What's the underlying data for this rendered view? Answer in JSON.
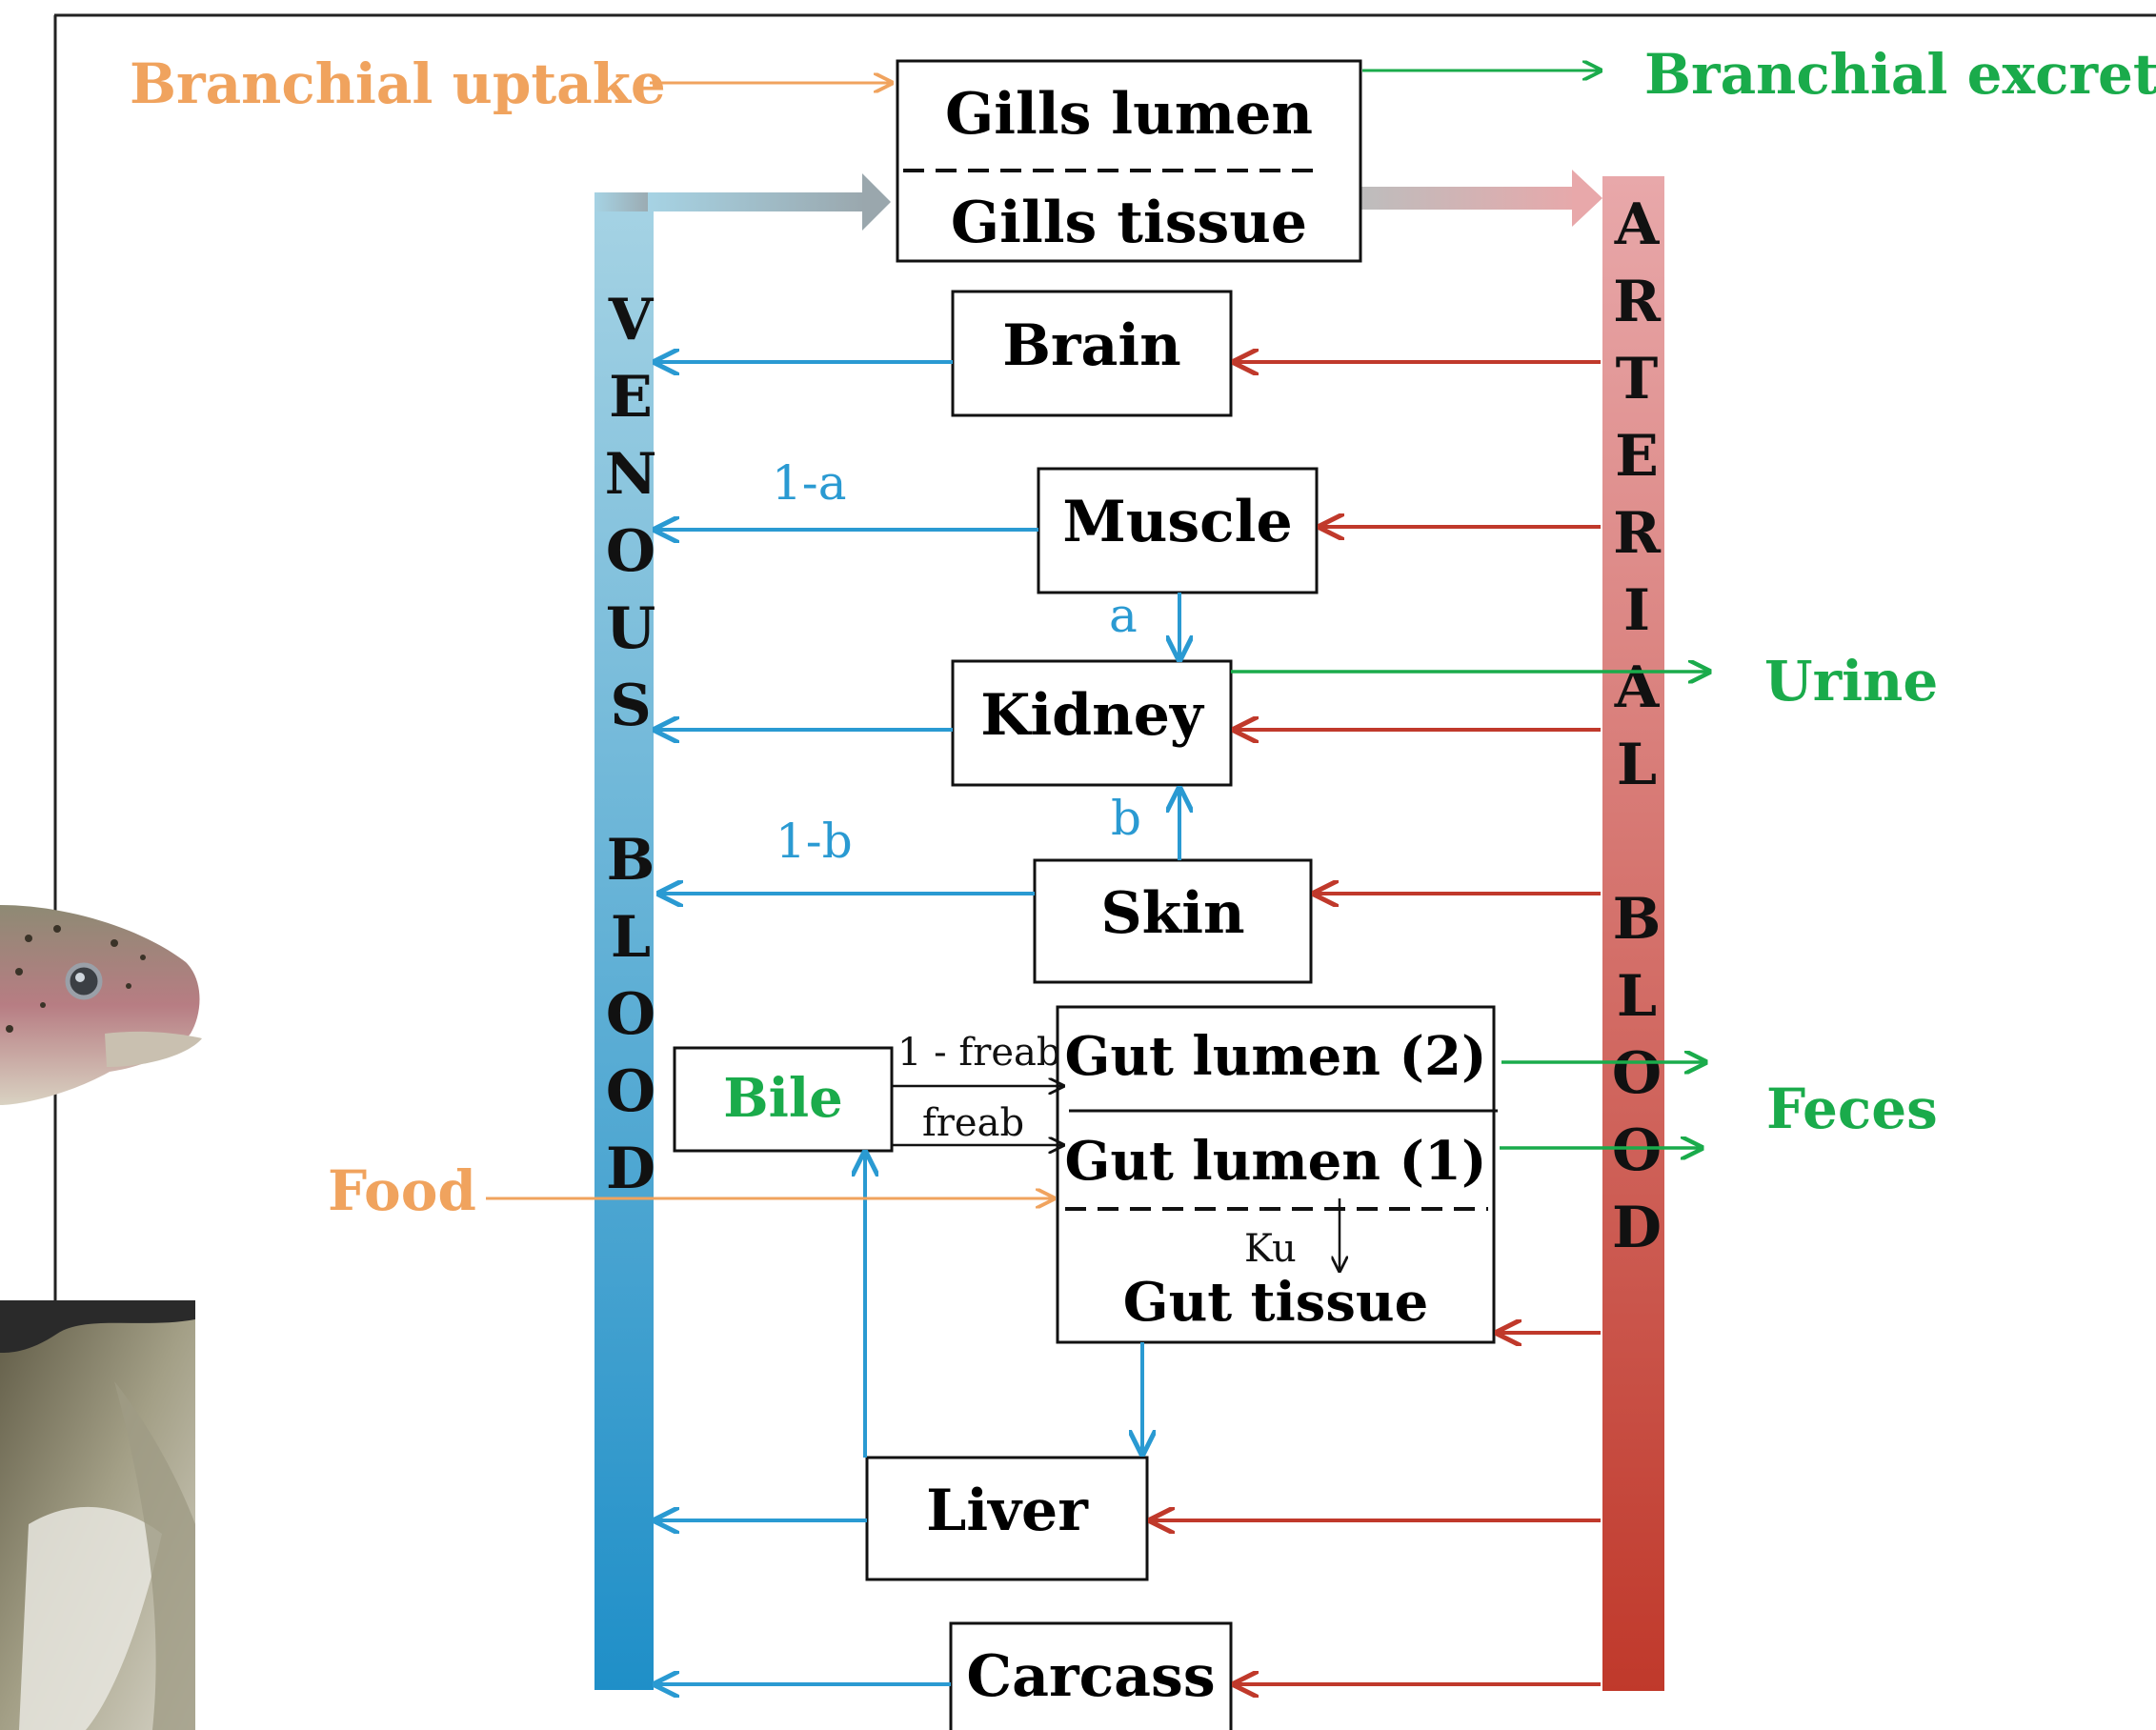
{
  "colors": {
    "orange": "#f0a35e",
    "green": "#1aab4b",
    "blue": "#2a9ad2",
    "red": "#c0392b",
    "black": "#111111"
  },
  "labels": {
    "branchial_uptake": "Branchial uptake",
    "branchial_excretion": "Branchial excretion",
    "urine": "Urine",
    "feces": "Feces",
    "food": "Food",
    "one_minus_a": "1-a",
    "a": "a",
    "b": "b",
    "one_minus_b": "1-b",
    "one_minus_freab": "1 - freab",
    "freab": "freab",
    "ku": "Ku"
  },
  "boxes": {
    "gills_lumen": "Gills lumen",
    "gills_tissue": "Gills tissue",
    "brain": "Brain",
    "muscle": "Muscle",
    "kidney": "Kidney",
    "skin": "Skin",
    "bile": "Bile",
    "gut_lumen_2": "Gut lumen (2)",
    "gut_lumen_1": "Gut lumen (1)",
    "gut_tissue": "Gut tissue",
    "liver": "Liver",
    "carcass": "Carcass"
  },
  "venous_letters": [
    "V",
    "E",
    "N",
    "O",
    "U",
    "S",
    "",
    "B",
    "L",
    "O",
    "O",
    "D"
  ],
  "arterial_letters": [
    "A",
    "R",
    "T",
    "E",
    "R",
    "I",
    "A",
    "L",
    "",
    "B",
    "L",
    "O",
    "O",
    "D"
  ]
}
